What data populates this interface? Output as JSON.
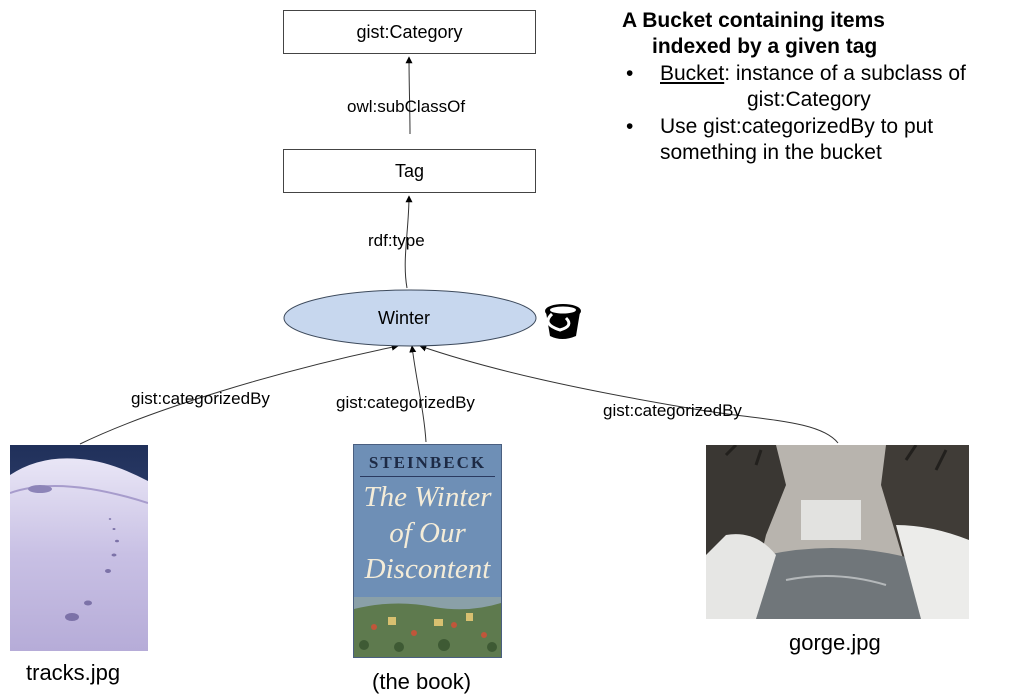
{
  "nodes": {
    "category": "gist:Category",
    "tag": "Tag",
    "winter": "Winter"
  },
  "edges": {
    "subclass": "owl:subClassOf",
    "type": "rdf:type",
    "categorized_left": "gist:categorizedBy",
    "categorized_mid": "gist:categorizedBy",
    "categorized_right": "gist:categorizedBy"
  },
  "notes": {
    "title_line1": "A Bucket containing items",
    "title_line2": "indexed by a given tag",
    "bullet1_term": "Bucket",
    "bullet1_rest": ": instance of a subclass of",
    "bullet1_line2": "gist:Category",
    "bullet2_line1": "Use gist:categorizedBy to put",
    "bullet2_line2": "something in the bucket",
    "bullet_glyph": "•"
  },
  "book": {
    "author": "STEINBECK",
    "title_line1": "The Winter",
    "title_line2": "of Our",
    "title_line3": "Discontent"
  },
  "captions": {
    "left": "tracks.jpg",
    "middle": "(the book)",
    "right": "gorge.jpg"
  },
  "icons": {
    "bucket": "bucket-icon"
  },
  "colors": {
    "ellipse_fill": "#c7d7ee",
    "book_cover": "#6e8fb6"
  }
}
